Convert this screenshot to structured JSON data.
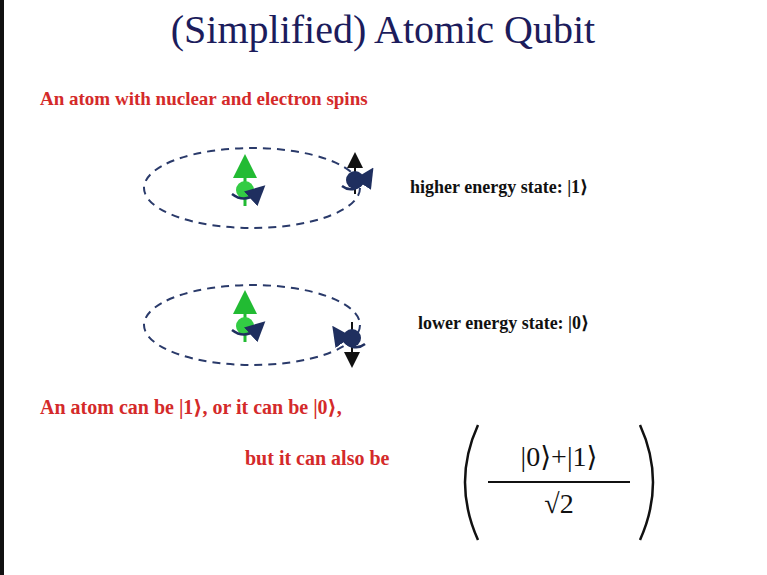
{
  "diagram": {
    "title": "(Simplified) Atomic Qubit",
    "labels": [
      "An atom with nuclear and electron spins",
      "higher energy state: |1⟩",
      "lower energy state: |0⟩",
      "An atom can be |1⟩, or it can be |0⟩,",
      "but it can also be",
      "|0⟩+|1⟩",
      "√2"
    ]
  }
}
